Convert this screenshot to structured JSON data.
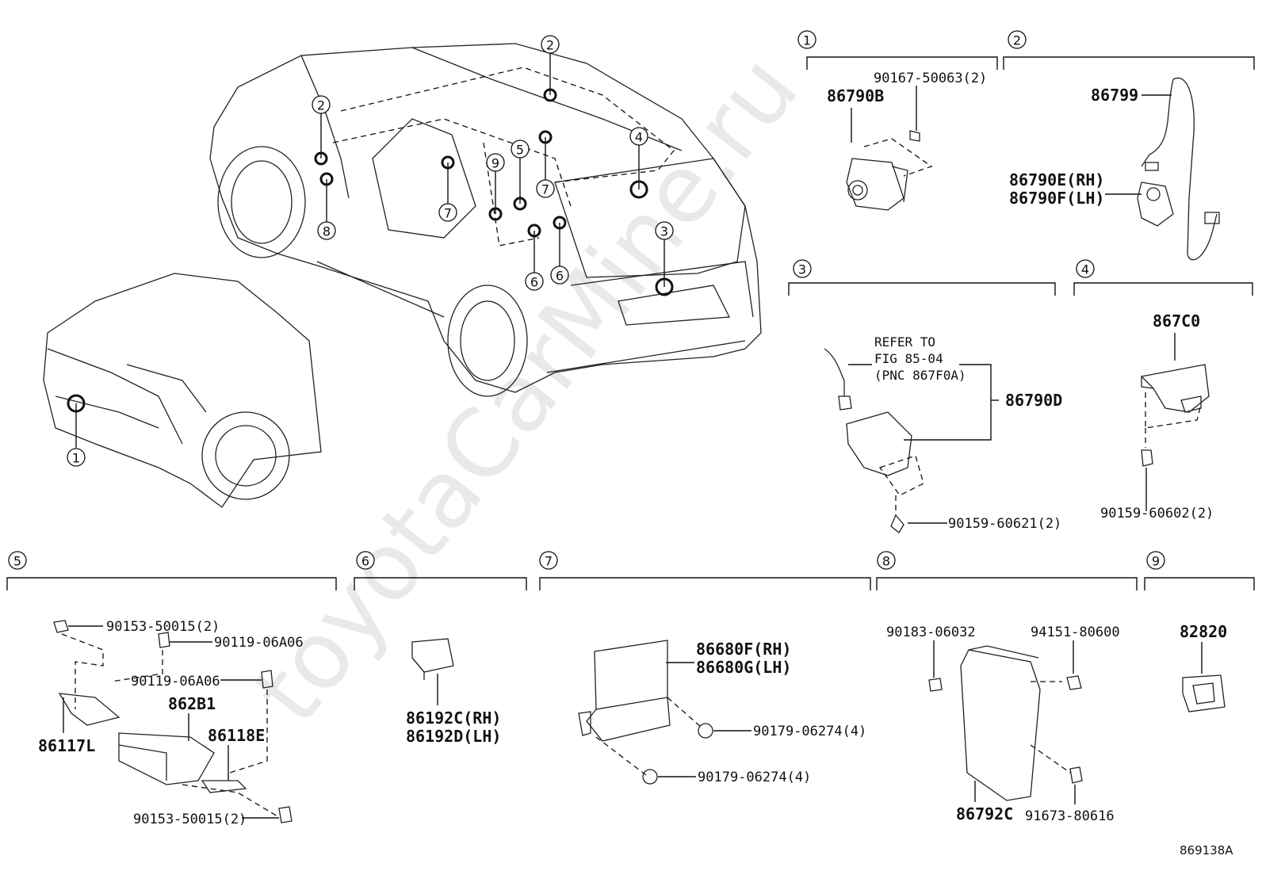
{
  "figure_id": "869138A",
  "watermark": "toyotaCarMine.ru",
  "callouts_on_vehicle": [
    "1",
    "2",
    "2",
    "3",
    "4",
    "5",
    "6",
    "6",
    "7",
    "7",
    "8",
    "9"
  ],
  "refer_note": [
    "REFER TO",
    "FIG 85-04",
    "(PNC 867F0A)"
  ],
  "sections": [
    {
      "num": "1",
      "parts": [
        "86790B",
        "90167-50063(2)"
      ]
    },
    {
      "num": "2",
      "parts": [
        "86799",
        "86790E(RH)",
        "86790F(LH)"
      ]
    },
    {
      "num": "3",
      "parts": [
        "86790D",
        "90159-60621(2)"
      ]
    },
    {
      "num": "4",
      "parts": [
        "867C0",
        "90159-60602(2)"
      ]
    },
    {
      "num": "5",
      "parts": [
        "90153-50015(2)",
        "90119-06A06",
        "90119-06A06",
        "862B1",
        "86117L",
        "86118E",
        "90153-50015(2)"
      ]
    },
    {
      "num": "6",
      "parts": [
        "86192C(RH)",
        "86192D(LH)"
      ]
    },
    {
      "num": "7",
      "parts": [
        "86680F(RH)",
        "86680G(LH)",
        "90179-06274(4)",
        "90179-06274(4)"
      ]
    },
    {
      "num": "8",
      "parts": [
        "90183-06032",
        "94151-80600",
        "86792C",
        "91673-80616"
      ]
    },
    {
      "num": "9",
      "parts": [
        "82820"
      ]
    }
  ]
}
